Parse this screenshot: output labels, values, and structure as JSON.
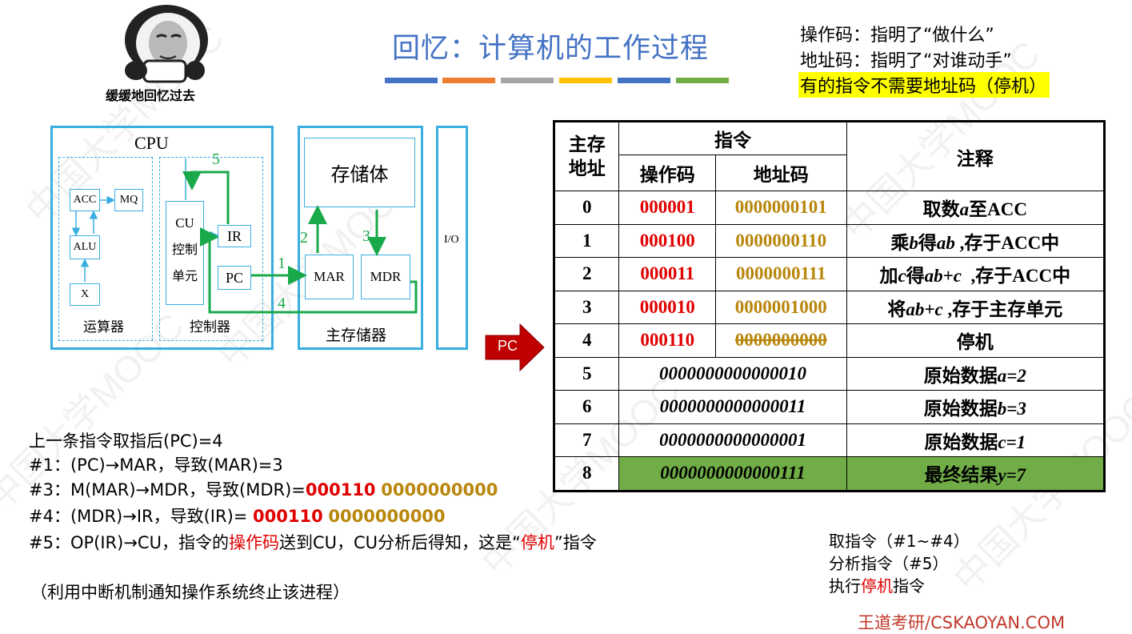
{
  "meme": {
    "caption": "缓缓地回忆过去"
  },
  "title": "回忆：计算机的工作过程",
  "title_bars": [
    "#4472C4",
    "#ED7D31",
    "#A5A5A5",
    "#FFC000",
    "#4472C4",
    "#70AD47"
  ],
  "notes": [
    "操作码：指明了“做什么”",
    "地址码：指明了“对谁动手”",
    "有的指令不需要地址码（停机）"
  ],
  "diagram": {
    "cpu": "CPU",
    "acc": "ACC",
    "mq": "MQ",
    "alu": "ALU",
    "x": "X",
    "alu_unit": "运算器",
    "cu": "CU",
    "cu_sub1": "控制",
    "cu_sub2": "单元",
    "ir": "IR",
    "pc": "PC",
    "controller": "控制器",
    "storage_body": "存储体",
    "mar": "MAR",
    "mdr": "MDR",
    "main_memory": "主存储器",
    "io": "I/O",
    "step1": "1",
    "step2": "2",
    "step3": "3",
    "step4": "4",
    "step5": "5"
  },
  "pc_pointer": "PC",
  "table": {
    "h_addr": "主存\n地址",
    "h_instr": "指令",
    "h_op": "操作码",
    "h_ad": "地址码",
    "h_note": "注释",
    "rows": [
      {
        "addr": "0",
        "op": "000001",
        "ad": "0000000101",
        "note_pre": "取数",
        "note_var": "a",
        "note_post": "至ACC"
      },
      {
        "addr": "1",
        "op": "000100",
        "ad": "0000000110",
        "note_pre": "乘",
        "note_var": "b",
        "note_post": "得",
        "note_var2": "ab",
        "note_post2": " ,存于ACC中"
      },
      {
        "addr": "2",
        "op": "000011",
        "ad": "0000000111",
        "note_pre": "加",
        "note_var": "c",
        "note_post": "得",
        "note_var2": "ab+c",
        "note_post2": "  ,存于ACC中"
      },
      {
        "addr": "3",
        "op": "000010",
        "ad": "0000001000",
        "note_pre": "将",
        "note_var": "ab+c",
        "note_post": " ,存于主存单元"
      },
      {
        "addr": "4",
        "op": "000110",
        "ad": "0000000000",
        "note": "停机"
      },
      {
        "addr": "5",
        "data": "0000000000000010",
        "note_pre": "原始数据",
        "note_var": "a=2"
      },
      {
        "addr": "6",
        "data": "0000000000000011",
        "note_pre": "原始数据",
        "note_var": "b=3"
      },
      {
        "addr": "7",
        "data": "0000000000000001",
        "note_pre": "原始数据",
        "note_var": "c=1"
      },
      {
        "addr": "8",
        "data": "0000000000000111",
        "note_pre": "最终结果",
        "note_var": "y=7"
      }
    ]
  },
  "steps": {
    "s0": "上一条指令取指后(PC)=4",
    "s1": "#1：(PC)→MAR，导致(MAR)=3",
    "s3_pre": "#3：M(MAR)→MDR，导致(MDR)=",
    "s3_op": "000110",
    "s3_ad": "0000000000",
    "s4_pre": "#4：(MDR)→IR，导致(IR)= ",
    "s4_op": "000110",
    "s4_ad": "0000000000",
    "s5_pre": "#5：OP(IR)→CU，指令的",
    "s5_red": "操作码",
    "s5_mid": "送到CU，CU分析后得知，这是“",
    "s5_red2": "停机",
    "s5_post": "”指令",
    "interrupt": "（利用中断机制通知操作系统终止该进程）"
  },
  "phases": {
    "p1": "取指令（#1~#4）",
    "p2": "分析指令（#5）",
    "p3_pre": "执行",
    "p3_red": "停机",
    "p3_post": "指令"
  },
  "footer": "王道考研/CSKAOYAN.COM"
}
